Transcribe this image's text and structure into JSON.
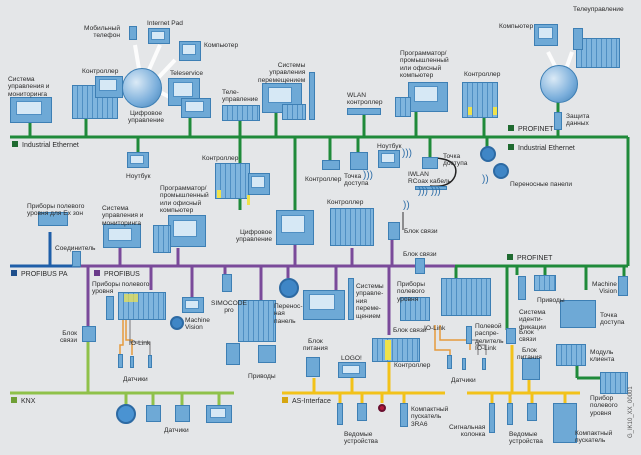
{
  "diagram": {
    "networks": {
      "industrial_ethernet_left": {
        "label": "Industrial Ethernet",
        "color": "#1f8a3a"
      },
      "industrial_ethernet_right": {
        "label": "Industrial Ethernet",
        "color": "#1f8a3a"
      },
      "profinet_top": {
        "label": "PROFINET",
        "color": "#1f8a3a"
      },
      "profinet_mid": {
        "label": "PROFINET",
        "color": "#1f8a3a"
      },
      "profibus_pa": {
        "label": "PROFIBUS PA",
        "color": "#1e5ea8"
      },
      "profibus": {
        "label": "PROFIBUS",
        "color": "#7a4a9a"
      },
      "knx": {
        "label": "KNX",
        "color": "#8fc14a"
      },
      "as_interface": {
        "label": "AS-Interface",
        "color": "#f2c21a"
      }
    },
    "labels": {
      "mobile_phone": "Мобильный\nтелефон",
      "internet_pad": "Internet Pad",
      "computer_top": "Компьютер",
      "computer_right": "Компьютер",
      "teleservice": "Teleservice",
      "controller_top_left": "Контроллер",
      "hmi_top_left": "Система\nуправления и\nмониторинга",
      "cnc_top": "Цифровое\nуправление",
      "telecontrol_left": "Теле-\nуправление",
      "motion_top": "Системы\nуправления\nперемещением",
      "wlan_controller": "WLAN\nконтроллер",
      "pg_top": "Программатор/\nпромышленный\nили офисный\nкомпьютер",
      "controller_top_right": "Контроллер",
      "telecontrol_right": "Телеуправление",
      "data_security": "Защита\nданных",
      "notebook_left": "Ноутбук",
      "controller_mid": "Контроллер",
      "pg_mid": "Программатор/\nпромышленный\nили офисный\nкомпьютер",
      "cnc_mid": "Цифровое\nуправление",
      "controller_small": "Контроллер",
      "access_point_1": "Точка\nдоступа",
      "notebook_right": "Ноутбук",
      "access_point_2": "Точка\nдоступа",
      "iwlan_rcoax": "IWLAN\nRCoax кабель",
      "mobile_panels": "Переносные панели",
      "field_devices_ex": "Приборы полевого\nуровня для Ex зон",
      "hmi_mid": "Система\nуправления и\nмониторинга",
      "coupler": "Соединитель",
      "controller_profibus": "Контроллер",
      "link_1": "Блок связи",
      "link_2": "Блок связи",
      "field_devices_pb": "Приборы полевого\nуровня",
      "simocode": "SIMOCODE\npro",
      "machine_vision_left": "Machine\nVision",
      "mobile_panel": "Перенос-\nная\nпанель",
      "motion_mid": "Системы\nуправле-\nния\nпереме-\nщением",
      "field_devices_pn": "Приборы\nполевого\nуровня",
      "drives_right": "Приводы",
      "machine_vision_right": "Machine\nVision",
      "ident_system": "Система\nиденти-\nфикации",
      "access_point_3": "Точка\nдоступа",
      "link_knx": "Блок\nсвязи",
      "io_link_left": "IO-Link",
      "sensors_left": "Датчики",
      "drives_mid": "Приводы",
      "power_supply_left": "Блок\nпитания",
      "logo": "LOGO!",
      "link_3": "Блок связи",
      "controller_asi": "Контроллер",
      "io_link_right": "IO-Link",
      "io_link_distributor": "Полевой\nраспре-\nделитель\nIO-Link",
      "sensors_right": "Датчики",
      "link_4": "Блок\nсвязи",
      "power_supply_right": "Блок\nпитания",
      "client_module": "Модуль\nклиента",
      "field_device_right": "Прибор\nполевого\nуровня",
      "sensors_knx": "Датчики",
      "slaves_left": "Ведомые\nустройства",
      "compact_starter_3ra6": "Компактный\nпускатель\n3RA6",
      "signal_column": "Сигнальная\nколонка",
      "slaves_right": "Ведомые\nустройства",
      "compact_starter": "Компактный\nпускатель"
    },
    "image_id": "G_IK10_XX_00001"
  }
}
